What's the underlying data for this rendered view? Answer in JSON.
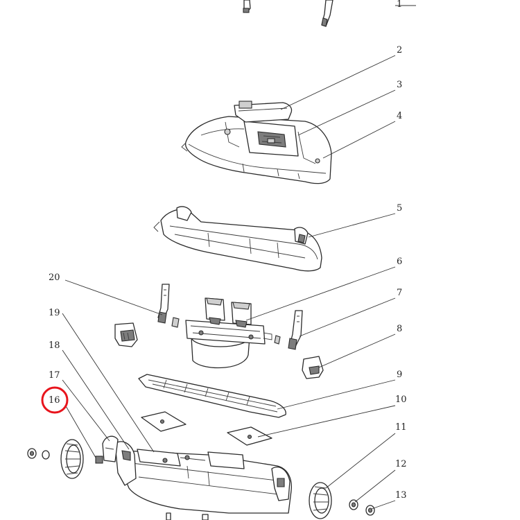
{
  "callouts": [
    {
      "id": "1",
      "label": "1"
    },
    {
      "id": "2",
      "label": "2"
    },
    {
      "id": "3",
      "label": "3"
    },
    {
      "id": "4",
      "label": "4"
    },
    {
      "id": "5",
      "label": "5"
    },
    {
      "id": "6",
      "label": "6"
    },
    {
      "id": "7",
      "label": "7"
    },
    {
      "id": "8",
      "label": "8"
    },
    {
      "id": "9",
      "label": "9"
    },
    {
      "id": "10",
      "label": "10"
    },
    {
      "id": "11",
      "label": "11"
    },
    {
      "id": "12",
      "label": "12"
    },
    {
      "id": "13",
      "label": "13"
    },
    {
      "id": "16",
      "label": "16"
    },
    {
      "id": "17",
      "label": "17"
    },
    {
      "id": "18",
      "label": "18"
    },
    {
      "id": "19",
      "label": "19"
    },
    {
      "id": "20",
      "label": "20"
    }
  ],
  "highlighted_callout": "16",
  "colors": {
    "line": "#2a2a2a",
    "highlight": "#e8141c",
    "background": "#ffffff"
  }
}
